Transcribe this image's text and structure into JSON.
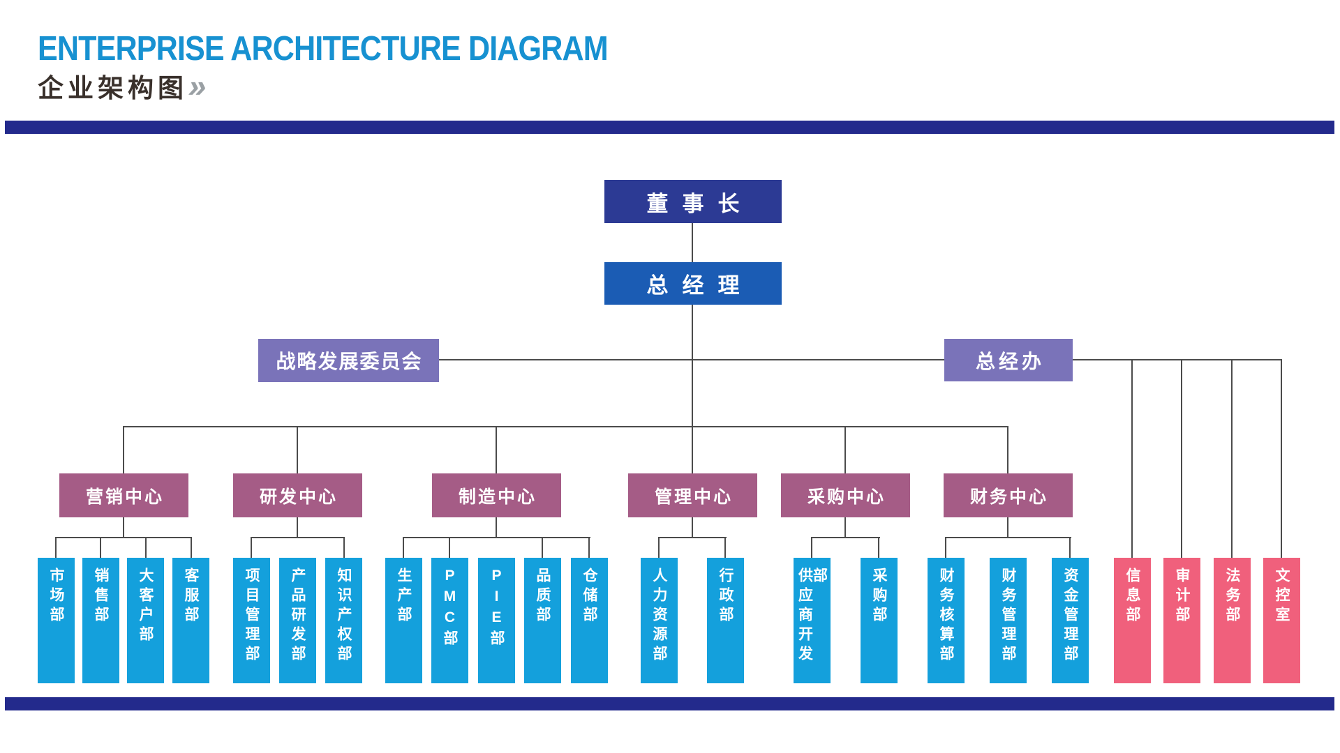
{
  "header": {
    "title": "ENTERPRISE ARCHITECTURE DIAGRAM",
    "subtitle": "企业架构图",
    "subtitle_marker": "»"
  },
  "palette": {
    "title_blue": "#1791d1",
    "subtitle_dark": "#39302b",
    "divider_bar_navy": "#232a8c",
    "chairman_navy": "#2c3a94",
    "general_manager_blue": "#1b5cb4",
    "committee_purple": "#7a73b9",
    "center_mauve": "#a55c86",
    "department_blue": "#14a0dc",
    "office_department_pink": "#f0607c",
    "connector_gray": "#4b4b4b"
  },
  "org": {
    "chairman": "董事长",
    "general_manager": "总经理",
    "committee": "战略发展委员会",
    "gm_office": "总经办",
    "centers": [
      {
        "label": "营销中心",
        "departments": [
          "市场部",
          "销售部",
          "大客户部",
          "客服部"
        ]
      },
      {
        "label": "研发中心",
        "departments": [
          "项目管理部",
          "产品研发部",
          "知识产权部"
        ]
      },
      {
        "label": "制造中心",
        "departments": [
          "生产部",
          "PMC部",
          "PIE部",
          "品质部",
          "仓储部"
        ]
      },
      {
        "label": "管理中心",
        "departments": [
          "人力资源部",
          "行政部"
        ]
      },
      {
        "label": "采购中心",
        "departments": [
          "供应商开发部",
          "采购部"
        ]
      },
      {
        "label": "财务中心",
        "departments": [
          "财务核算部",
          "财务管理部",
          "资金管理部"
        ]
      }
    ],
    "gm_office_departments": [
      "信息部",
      "审计部",
      "法务部",
      "文控室"
    ]
  }
}
